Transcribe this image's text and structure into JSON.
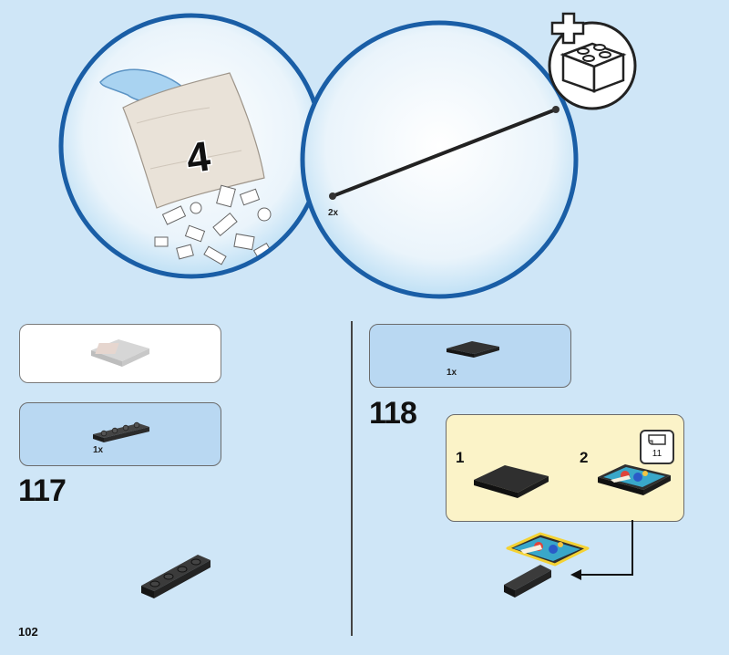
{
  "bag_circle": {
    "bag_number": "4"
  },
  "part_circle": {
    "quantity": "2x"
  },
  "left_column": {
    "step_number": "117",
    "callout_quantity": "1x"
  },
  "right_column": {
    "step_number": "118",
    "parts_quantity": "1x",
    "substeps": [
      {
        "number": "1"
      },
      {
        "number": "2",
        "sticker_number": "11"
      }
    ]
  },
  "page_number": "102",
  "colors": {
    "background": "#cfe6f7",
    "circle_ring": "#1a5ea6",
    "parts_box_blue": "#b9d8f2",
    "substep_box_yellow": "#fbf3c8",
    "brick_dark": "#2b2b2b"
  }
}
